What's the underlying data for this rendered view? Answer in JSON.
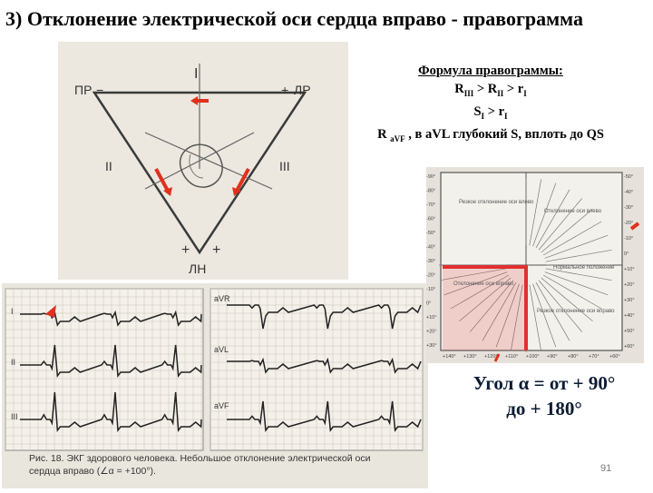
{
  "slide": {
    "title": "3) Отклонение  электрической оси сердца вправо - правограмма",
    "page_number": "91"
  },
  "formula": {
    "heading": "Формула правограммы:",
    "line1": {
      "a": "R",
      "a_sub": "III",
      "b": " > R",
      "b_sub": "II",
      "c": " > r",
      "c_sub": "I"
    },
    "line2": {
      "a": "S",
      "a_sub": "I",
      "b": " > r",
      "b_sub": "I"
    },
    "line3": {
      "a": "R ",
      "a_sub": "aVF",
      "b": " ,  в aVL глубокий S, вплоть до QS"
    }
  },
  "triangle": {
    "labels": {
      "top_lead": "I",
      "left_corner": "ПР",
      "right_corner": "ЛР",
      "bottom_corner": "ЛН",
      "left_lead": "II",
      "right_lead": "III",
      "minus": "−",
      "plus": "+"
    }
  },
  "ecg": {
    "leads_left": [
      "I",
      "II",
      "III"
    ],
    "leads_right": [
      "aVR",
      "aVL",
      "aVF"
    ],
    "caption": "Рис. 18. ЭКГ здорового человека. Небольшое отклонение электрической оси сердца вправо (∠α = +100°)."
  },
  "axis_chart": {
    "left_ticks": [
      "-90°",
      "-80°",
      "-70°",
      "-60°",
      "-50°",
      "-40°",
      "-30°",
      "-20°",
      "-10°",
      "0°",
      "+10°",
      "+20°",
      "+30°"
    ],
    "right_ticks": [
      "-50°",
      "-40°",
      "-30°",
      "-20°",
      "-10°",
      "0°",
      "+10°",
      "+20°",
      "+30°",
      "+40°",
      "+50°",
      "+60°"
    ],
    "bottom_ticks": [
      "+140°",
      "+130°",
      "+120°",
      "+110°",
      "+100°",
      "+90°",
      "+80°",
      "+70°",
      "+60°"
    ],
    "zone_normal": "Нормальное положение",
    "zone_left": "Отклонение оси влево",
    "zone_right": "Отклонение оси вправо",
    "zone_sharp_left": "Резкое отклонение оси влево",
    "zone_sharp_right": "Резкое отклонение оси вправо",
    "highlight_color": "#e03030"
  },
  "angle": {
    "line1": "Угол α =  от  + 90°",
    "line2": "до + 180°"
  },
  "colors": {
    "accent_arrow": "#e0301e",
    "ink": "#2a2a2a"
  }
}
